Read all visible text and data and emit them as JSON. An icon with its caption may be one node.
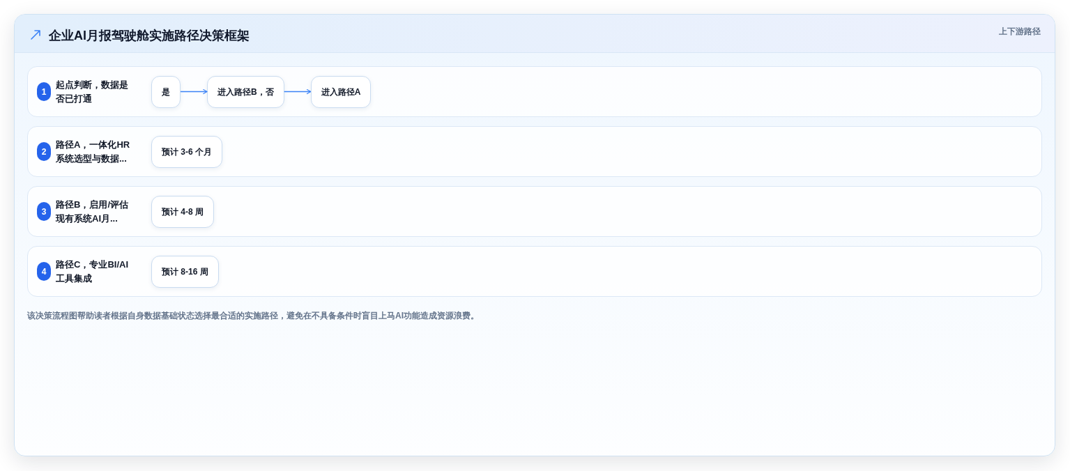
{
  "diagram": {
    "title": "企业AI月报驾驶舱实施路径决策框架",
    "caption": "该决策流程图帮助读者根据自身数据基础状态选择最合适的实施路径，避免在不具备条件时盲目上马AI功能造成资源浪费。",
    "nodes": [
      {
        "text": [
          "起点判断，数据是否已打通"
        ]
      },
      {
        "text": [
          "1"
        ],
        "in": 0
      },
      {
        "text": [
          "是"
        ],
        "in": 0
      },
      {
        "text": [
          "进入路径B，否"
        ],
        "in": 0
      },
      {
        "text": [
          "进入路径A"
        ],
        "in": 0
      },
      {
        "text": [
          "路径A，一体化HR系统选型与数据..."
        ]
      },
      {
        "text": [
          "2"
        ],
        "in": 5
      },
      {
        "text": [
          "预计 3-6 个月"
        ],
        "in": 5
      },
      {
        "text": [
          "路径B，启用/评估现有系统AI月..."
        ]
      },
      {
        "text": [
          "3"
        ],
        "in": 8
      },
      {
        "text": [
          "预计 4-8 周"
        ],
        "in": 8
      },
      {
        "text": [
          "路径C，专业BI/AI工具集成"
        ]
      },
      {
        "text": [
          "4"
        ],
        "in": 11
      },
      {
        "text": [
          "预计 8-16 周"
        ],
        "in": 11
      }
    ],
    "edges": [
      {
        "from": 2,
        "to": 3,
        "arrow": "to"
      },
      {
        "from": 3,
        "to": 4,
        "arrow": "to"
      }
    ],
    "labels": [
      "上下游路径"
    ]
  }
}
